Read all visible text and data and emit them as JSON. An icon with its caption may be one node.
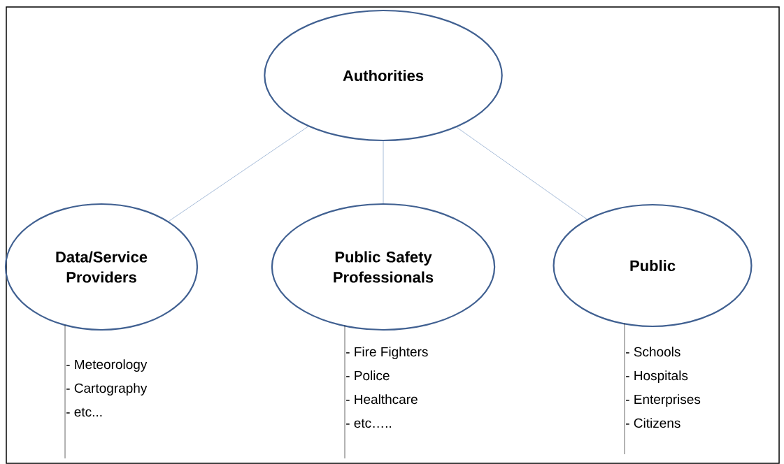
{
  "diagram": {
    "nodes": [
      {
        "text": [
          "Authorities"
        ]
      },
      {
        "text": [
          "Data/Service Providers"
        ]
      },
      {
        "text": [
          "Public Safety Professionals"
        ]
      },
      {
        "text": [
          "Public"
        ]
      },
      {
        "text": [
          "- Meteorology",
          "- Cartography",
          "- etc..."
        ]
      },
      {
        "text": [
          "- Fire Fighters",
          "- Police",
          "- Healthcare",
          "- etc….."
        ]
      },
      {
        "text": [
          "- Schools",
          "- Hospitals",
          "- Enterprises",
          "- Citizens"
        ]
      }
    ],
    "edges": [
      {
        "from": 0,
        "to": 1,
        "arrow": "none"
      },
      {
        "from": 0,
        "to": 2,
        "arrow": "none"
      },
      {
        "from": 0,
        "to": 3,
        "arrow": "none"
      },
      {
        "from": 1,
        "to": 4,
        "arrow": "none",
        "color": "#000000"
      },
      {
        "from": 2,
        "to": 5,
        "arrow": "none",
        "color": "#000000"
      },
      {
        "from": 3,
        "to": 6,
        "arrow": "none",
        "color": "#000000"
      }
    ]
  }
}
